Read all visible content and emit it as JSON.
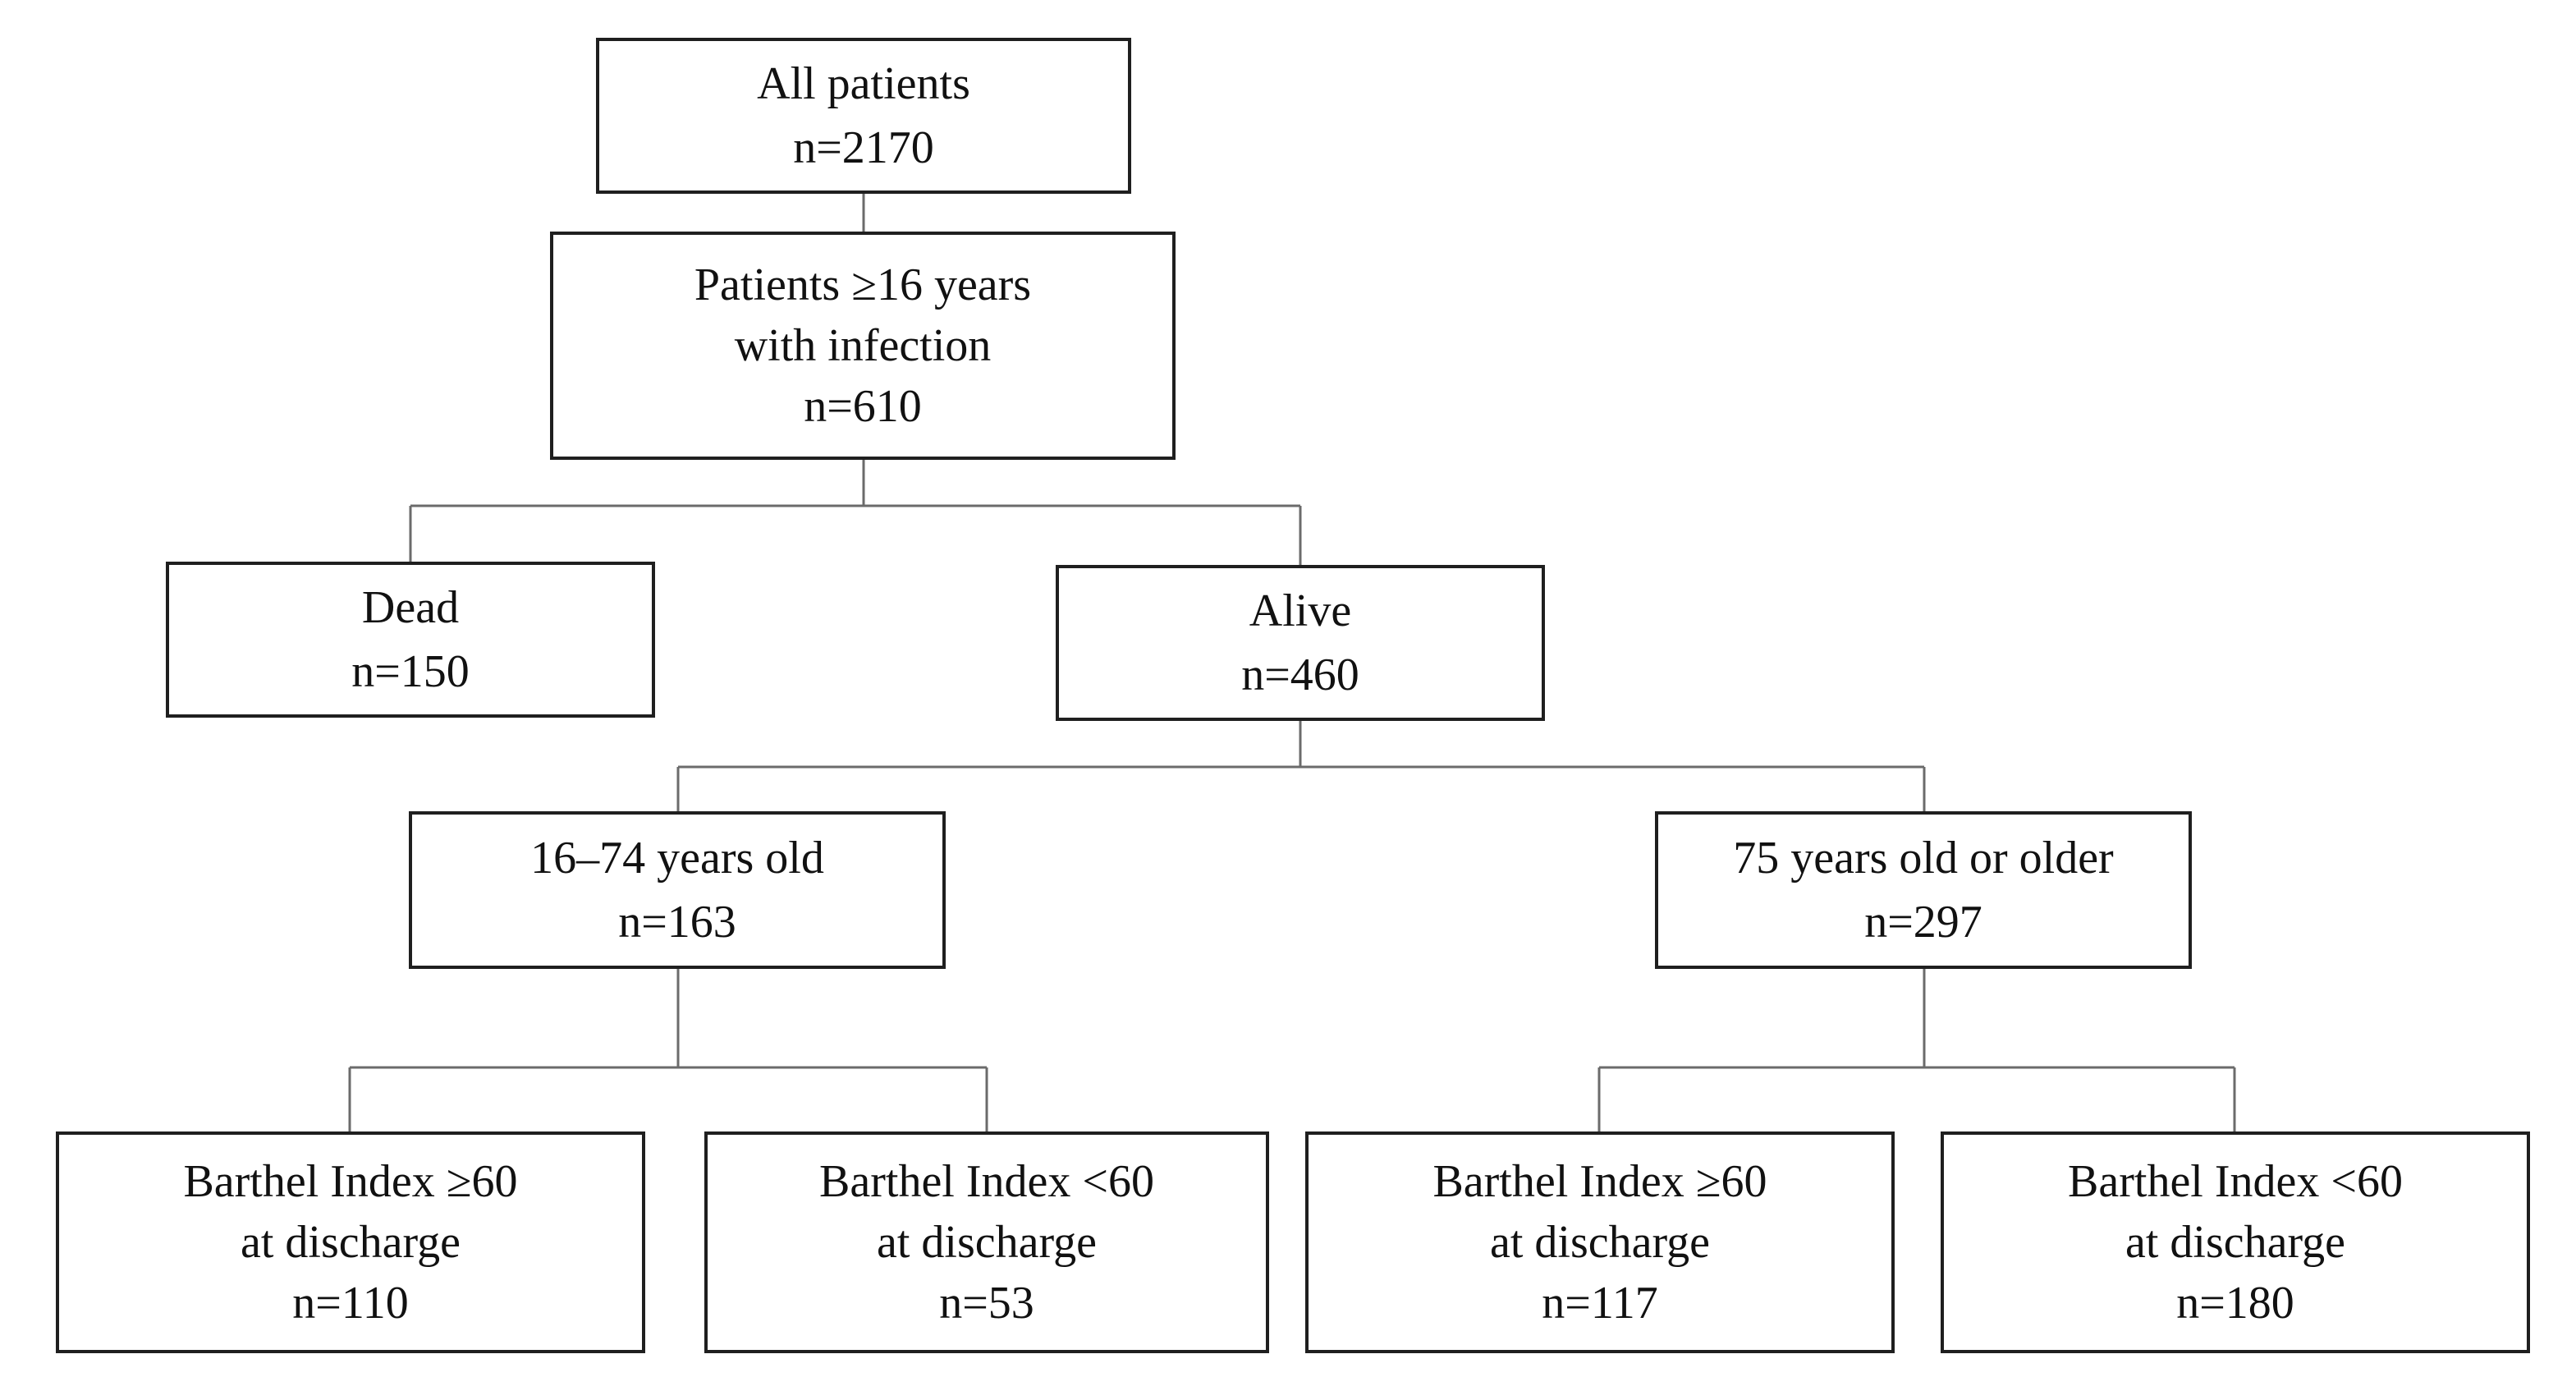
{
  "nodes": {
    "all_patients": {
      "label": "All patients",
      "count": "n=2170"
    },
    "infection": {
      "label_line1": "Patients ≥16 years",
      "label_line2": "with infection",
      "count": "n=610"
    },
    "dead": {
      "label": "Dead",
      "count": "n=150"
    },
    "alive": {
      "label": "Alive",
      "count": "n=460"
    },
    "age_16_74": {
      "label": "16–74 years old",
      "count": "n=163"
    },
    "age_75_plus": {
      "label": "75 years old or older",
      "count": "n=297"
    },
    "young_bi_high": {
      "label_line1": "Barthel Index ≥60",
      "label_line2": "at discharge",
      "count": "n=110"
    },
    "young_bi_low": {
      "label_line1": "Barthel Index <60",
      "label_line2": "at discharge",
      "count": "n=53"
    },
    "old_bi_high": {
      "label_line1": "Barthel Index ≥60",
      "label_line2": "at discharge",
      "count": "n=117"
    },
    "old_bi_low": {
      "label_line1": "Barthel Index <60",
      "label_line2": "at discharge",
      "count": "n=180"
    }
  },
  "colors": {
    "box_border": "#1f1f1f",
    "connector": "#6b6b6b",
    "text": "#111111",
    "background": "#ffffff"
  }
}
